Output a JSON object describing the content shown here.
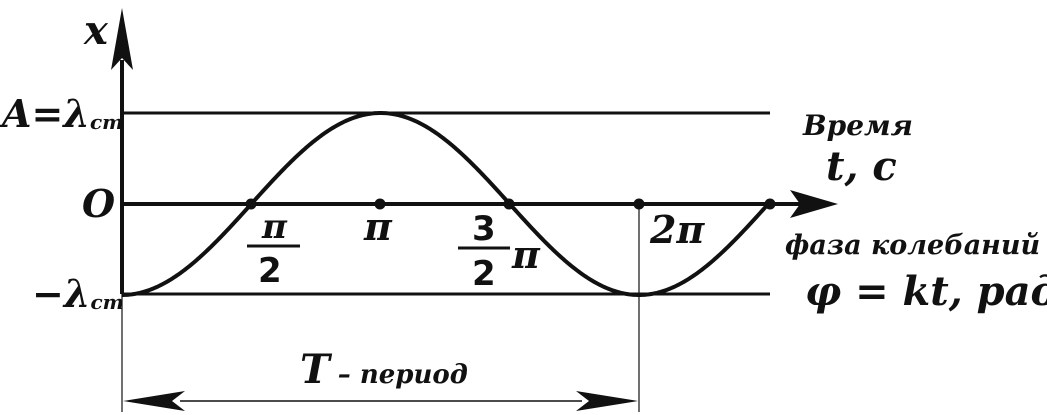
{
  "axis": {
    "y_label": "x",
    "amp_label_main": "A=λ",
    "amp_label_sub": "ст",
    "origin_label": "O",
    "neg_label_main": "−λ",
    "neg_label_sub": "ст"
  },
  "ticks": {
    "half_pi_num": "π",
    "half_pi_den": "2",
    "pi": "π",
    "three_half_num": "3",
    "three_half_den": "2",
    "three_half_pi": "π",
    "two_pi": "2π"
  },
  "time": {
    "title": "Время",
    "unit": "t, c"
  },
  "phase": {
    "title": "фаза колебаний",
    "formula": "φ = kt, рад"
  },
  "period": {
    "main": "T",
    "suffix": "– период"
  },
  "colors": {
    "ink": "#111111",
    "background": "#ffffff"
  }
}
